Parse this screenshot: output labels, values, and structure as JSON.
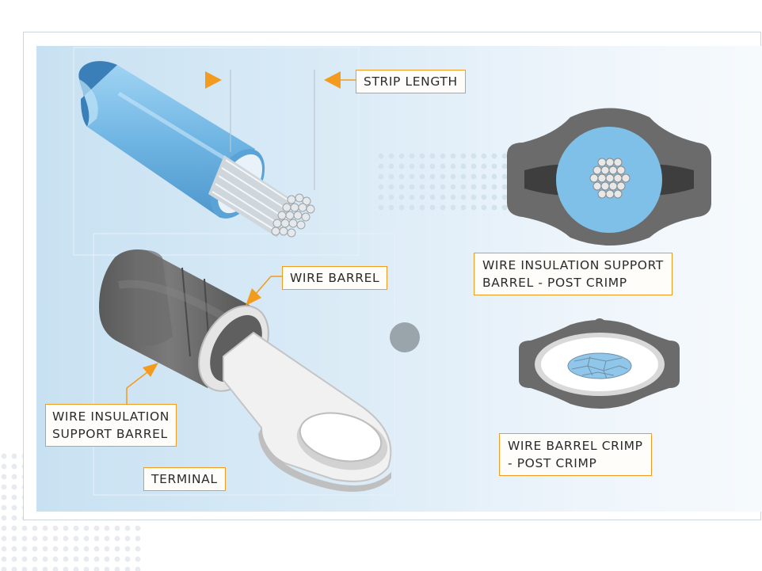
{
  "labels": {
    "strip_length": "STRIP LENGTH",
    "wire_barrel": "WIRE BARREL",
    "wire_insulation_support_barrel": [
      "WIRE INSULATION",
      "SUPPORT BARREL"
    ],
    "terminal": "TERMINAL",
    "insulation_support_post_crimp": [
      "WIRE INSULATION SUPPORT",
      "BARREL - POST CRIMP"
    ],
    "wire_barrel_post_crimp": [
      "WIRE BARREL CRIMP",
      "- POST CRIMP"
    ]
  },
  "colors": {
    "accent": "#f29b1f",
    "insulation_blue": "#7dbfe8",
    "terminal_gray": "#6e6e6e",
    "tin": "#e2e2e2"
  }
}
